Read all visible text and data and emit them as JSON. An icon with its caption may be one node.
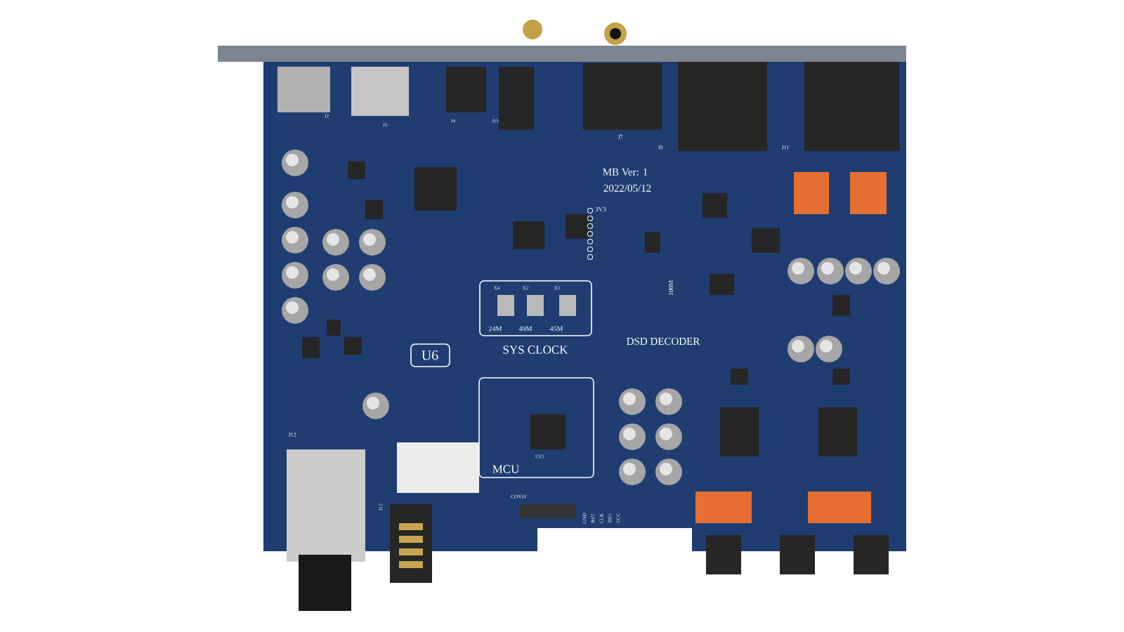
{
  "diagram": {
    "nodes": [
      {
        "text": [
          "U6"
        ]
      },
      {
        "text": [
          "SYS CLOCK"
        ]
      },
      {
        "text": [
          "MCU"
        ]
      }
    ],
    "labels": [
      "J2",
      "J5",
      "J4",
      "J15",
      "J7",
      "J9",
      "J11",
      "MB Ver: 1",
      "2022/05/12",
      "3V3",
      "X4",
      "X2",
      "X3",
      "24M",
      "49M",
      "45M",
      "100M",
      "DSD DECODER",
      "J12",
      "U23",
      "J13",
      "CON10",
      "GND",
      "RST",
      "CLK",
      "DIO",
      "VCC"
    ]
  }
}
